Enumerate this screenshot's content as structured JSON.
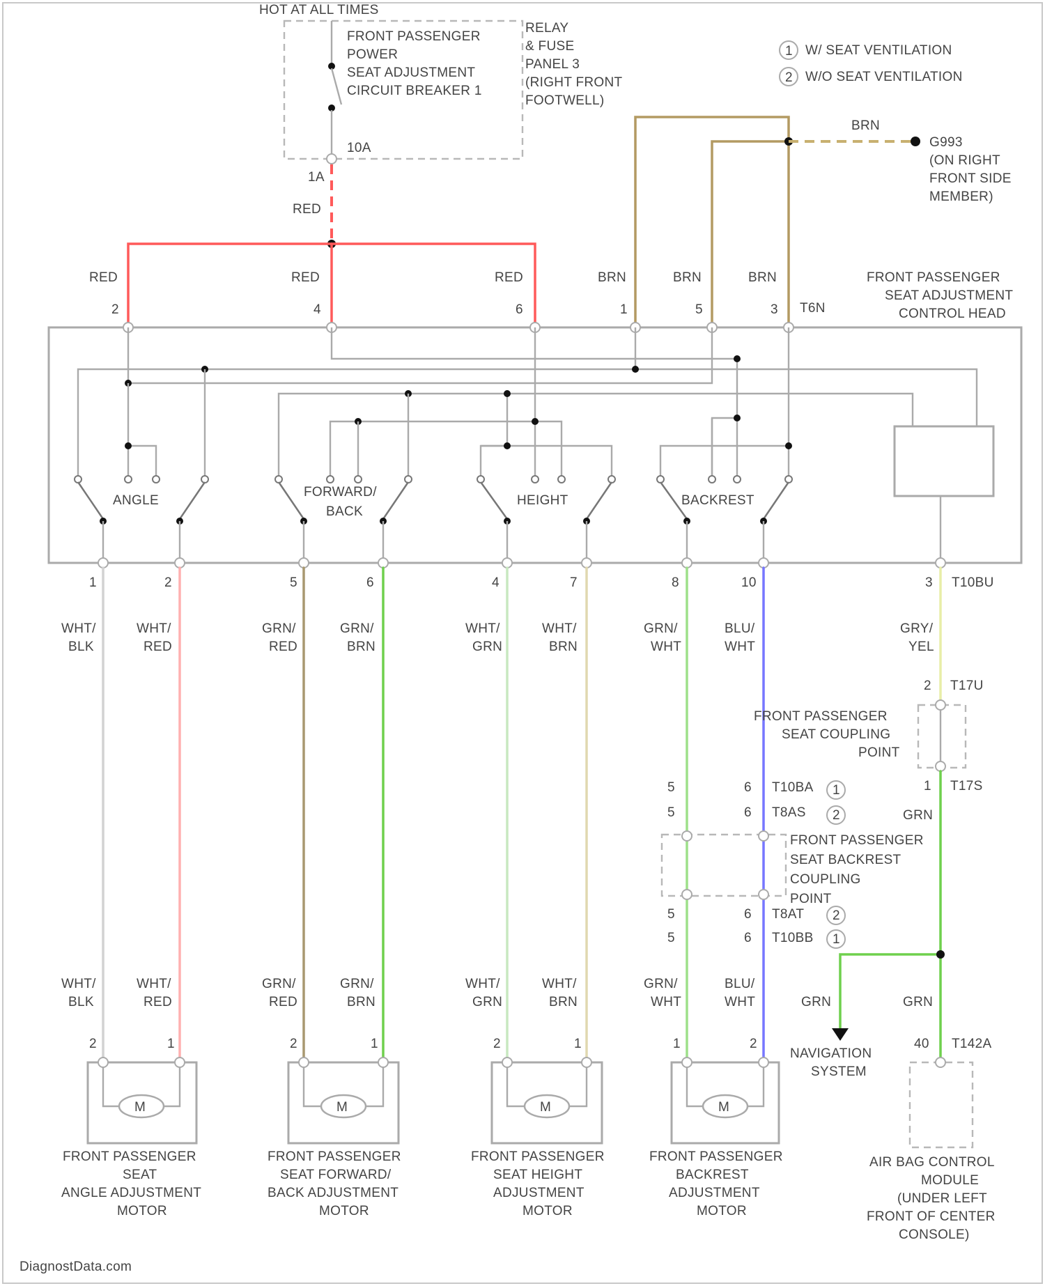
{
  "colors": {
    "RED": "#ff5a5a",
    "BRN": "#b39a62",
    "GRN": "#6fd04d",
    "BLU": "#7777ff",
    "YEL": "#e8eea8",
    "WHT": "#d2d2d2",
    "grey": "#aaaaaa"
  },
  "top": {
    "hot": "HOT AT ALL TIMES",
    "breaker": [
      "FRONT PASSENGER",
      "POWER",
      "SEAT ADJUSTMENT",
      "CIRCUIT BREAKER 1"
    ],
    "relay_panel": [
      "RELAY",
      "& FUSE",
      "PANEL 3",
      "(RIGHT FRONT",
      "FOOTWELL)"
    ],
    "amp": "10A",
    "pin": "1A",
    "wire": "RED"
  },
  "legend": {
    "l1": "W/ SEAT VENTILATION",
    "l2": "W/O SEAT VENTILATION",
    "i1": "1",
    "i2": "2"
  },
  "ground": {
    "wire": "BRN",
    "label": [
      "G993",
      "(ON RIGHT",
      "FRONT SIDE",
      "MEMBER)"
    ]
  },
  "control_head": {
    "label": [
      "FRONT PASSENGER",
      "SEAT ADJUSTMENT",
      "CONTROL HEAD"
    ],
    "conn_top": "T6N",
    "conn_bottom": "T10BU",
    "top_pins": [
      {
        "wire": "RED",
        "pin": "2"
      },
      {
        "wire": "RED",
        "pin": "4"
      },
      {
        "wire": "RED",
        "pin": "6"
      },
      {
        "wire": "BRN",
        "pin": "1"
      },
      {
        "wire": "BRN",
        "pin": "5"
      },
      {
        "wire": "BRN",
        "pin": "3"
      }
    ],
    "switches": [
      "ANGLE",
      "FORWARD/",
      "BACK",
      "HEIGHT",
      "BACKREST"
    ]
  },
  "bottom": {
    "pins": [
      "1",
      "2",
      "5",
      "6",
      "4",
      "7",
      "8",
      "10",
      "3"
    ],
    "wires": [
      [
        "WHT/",
        "BLK"
      ],
      [
        "WHT/",
        "RED"
      ],
      [
        "GRN/",
        "RED"
      ],
      [
        "GRN/",
        "BRN"
      ],
      [
        "WHT/",
        "GRN"
      ],
      [
        "WHT/",
        "BRN"
      ],
      [
        "GRN/",
        "WHT"
      ],
      [
        "BLU/",
        "WHT"
      ],
      [
        "GRY/",
        "YEL"
      ]
    ]
  },
  "motor_pins": [
    "2",
    "1",
    "2",
    "1",
    "2",
    "1",
    "1",
    "2"
  ],
  "motors": [
    [
      "FRONT PASSENGER",
      "SEAT",
      "ANGLE ADJUSTMENT",
      "MOTOR"
    ],
    [
      "FRONT PASSENGER",
      "SEAT FORWARD/",
      "BACK ADJUSTMENT",
      "MOTOR"
    ],
    [
      "FRONT PASSENGER",
      "SEAT HEIGHT",
      "ADJUSTMENT",
      "MOTOR"
    ],
    [
      "FRONT PASSENGER",
      "BACKREST",
      "ADJUSTMENT",
      "MOTOR"
    ]
  ],
  "motor_symbol": "M",
  "coupling": {
    "label": [
      "FRONT PASSENGER",
      "SEAT COUPLING",
      "POINT"
    ],
    "t17u": "T17U",
    "t17s": "T17S",
    "pin2": "2",
    "pin1": "1",
    "wire": "GRN"
  },
  "backrest_coupling": {
    "label": [
      "FRONT PASSENGER",
      "SEAT BACKREST",
      "COUPLING",
      "POINT"
    ],
    "rows": [
      {
        "l": "5",
        "r": "6",
        "c": "T10BA",
        "i": "1"
      },
      {
        "l": "5",
        "r": "6",
        "c": "T8AS",
        "i": "2"
      },
      {
        "l": "5",
        "r": "6",
        "c": "T8AT",
        "i": "2"
      },
      {
        "l": "5",
        "r": "6",
        "c": "T10BB",
        "i": "1"
      }
    ]
  },
  "navigation": {
    "label": [
      "NAVIGATION",
      "SYSTEM"
    ],
    "wire": "GRN"
  },
  "airbag": {
    "label": [
      "AIR BAG CONTROL",
      "MODULE",
      "(UNDER LEFT",
      "FRONT OF CENTER",
      "CONSOLE)"
    ],
    "pin": "40",
    "conn": "T142A",
    "wire": "GRN"
  },
  "watermark": "DiagnostData.com"
}
